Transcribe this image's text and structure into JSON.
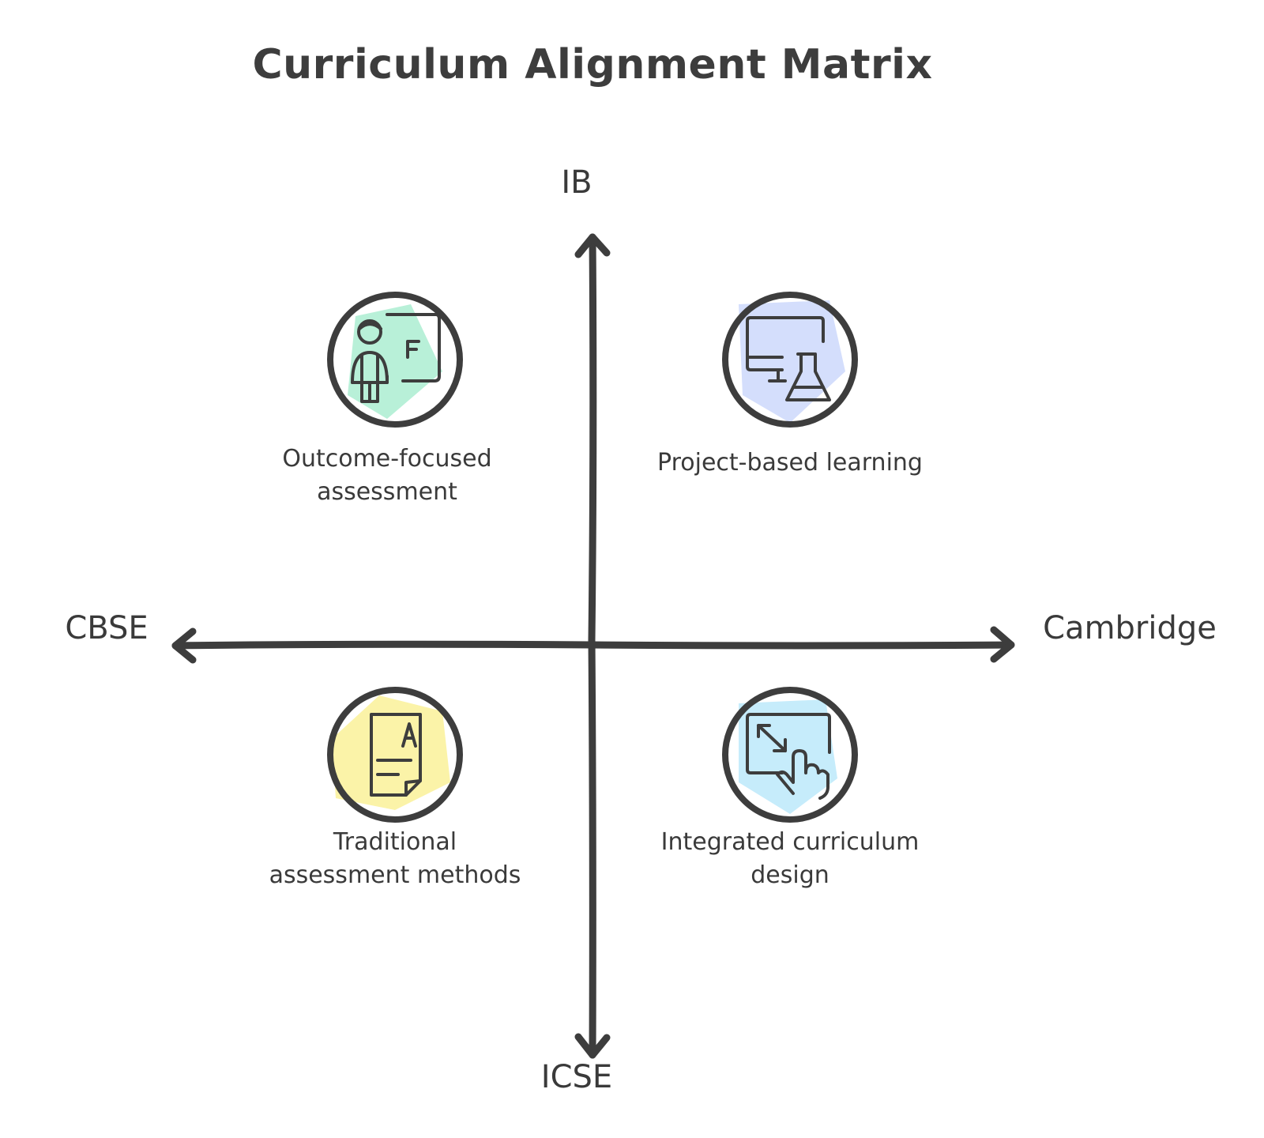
{
  "title": "Curriculum Alignment Matrix",
  "axes": {
    "top": "IB",
    "bottom": "ICSE",
    "left": "CBSE",
    "right": "Cambridge"
  },
  "quadrants": {
    "top_left": {
      "lines": [
        "Outcome-focused",
        "assessment"
      ],
      "icon": "teacher-board-icon",
      "color": "#b8f0d8"
    },
    "top_right": {
      "lines": [
        "Project-based learning"
      ],
      "icon": "computer-flask-icon",
      "color": "#d4defc"
    },
    "bottom_left": {
      "lines": [
        "Traditional",
        "assessment methods"
      ],
      "icon": "graded-paper-icon",
      "color": "#fbf3a8"
    },
    "bottom_right": {
      "lines": [
        "Integrated curriculum",
        "design"
      ],
      "icon": "touch-screen-expand-icon",
      "color": "#c6ecfb"
    }
  },
  "colors": {
    "stroke": "#3d3d3d",
    "text": "#3a3a3a"
  }
}
